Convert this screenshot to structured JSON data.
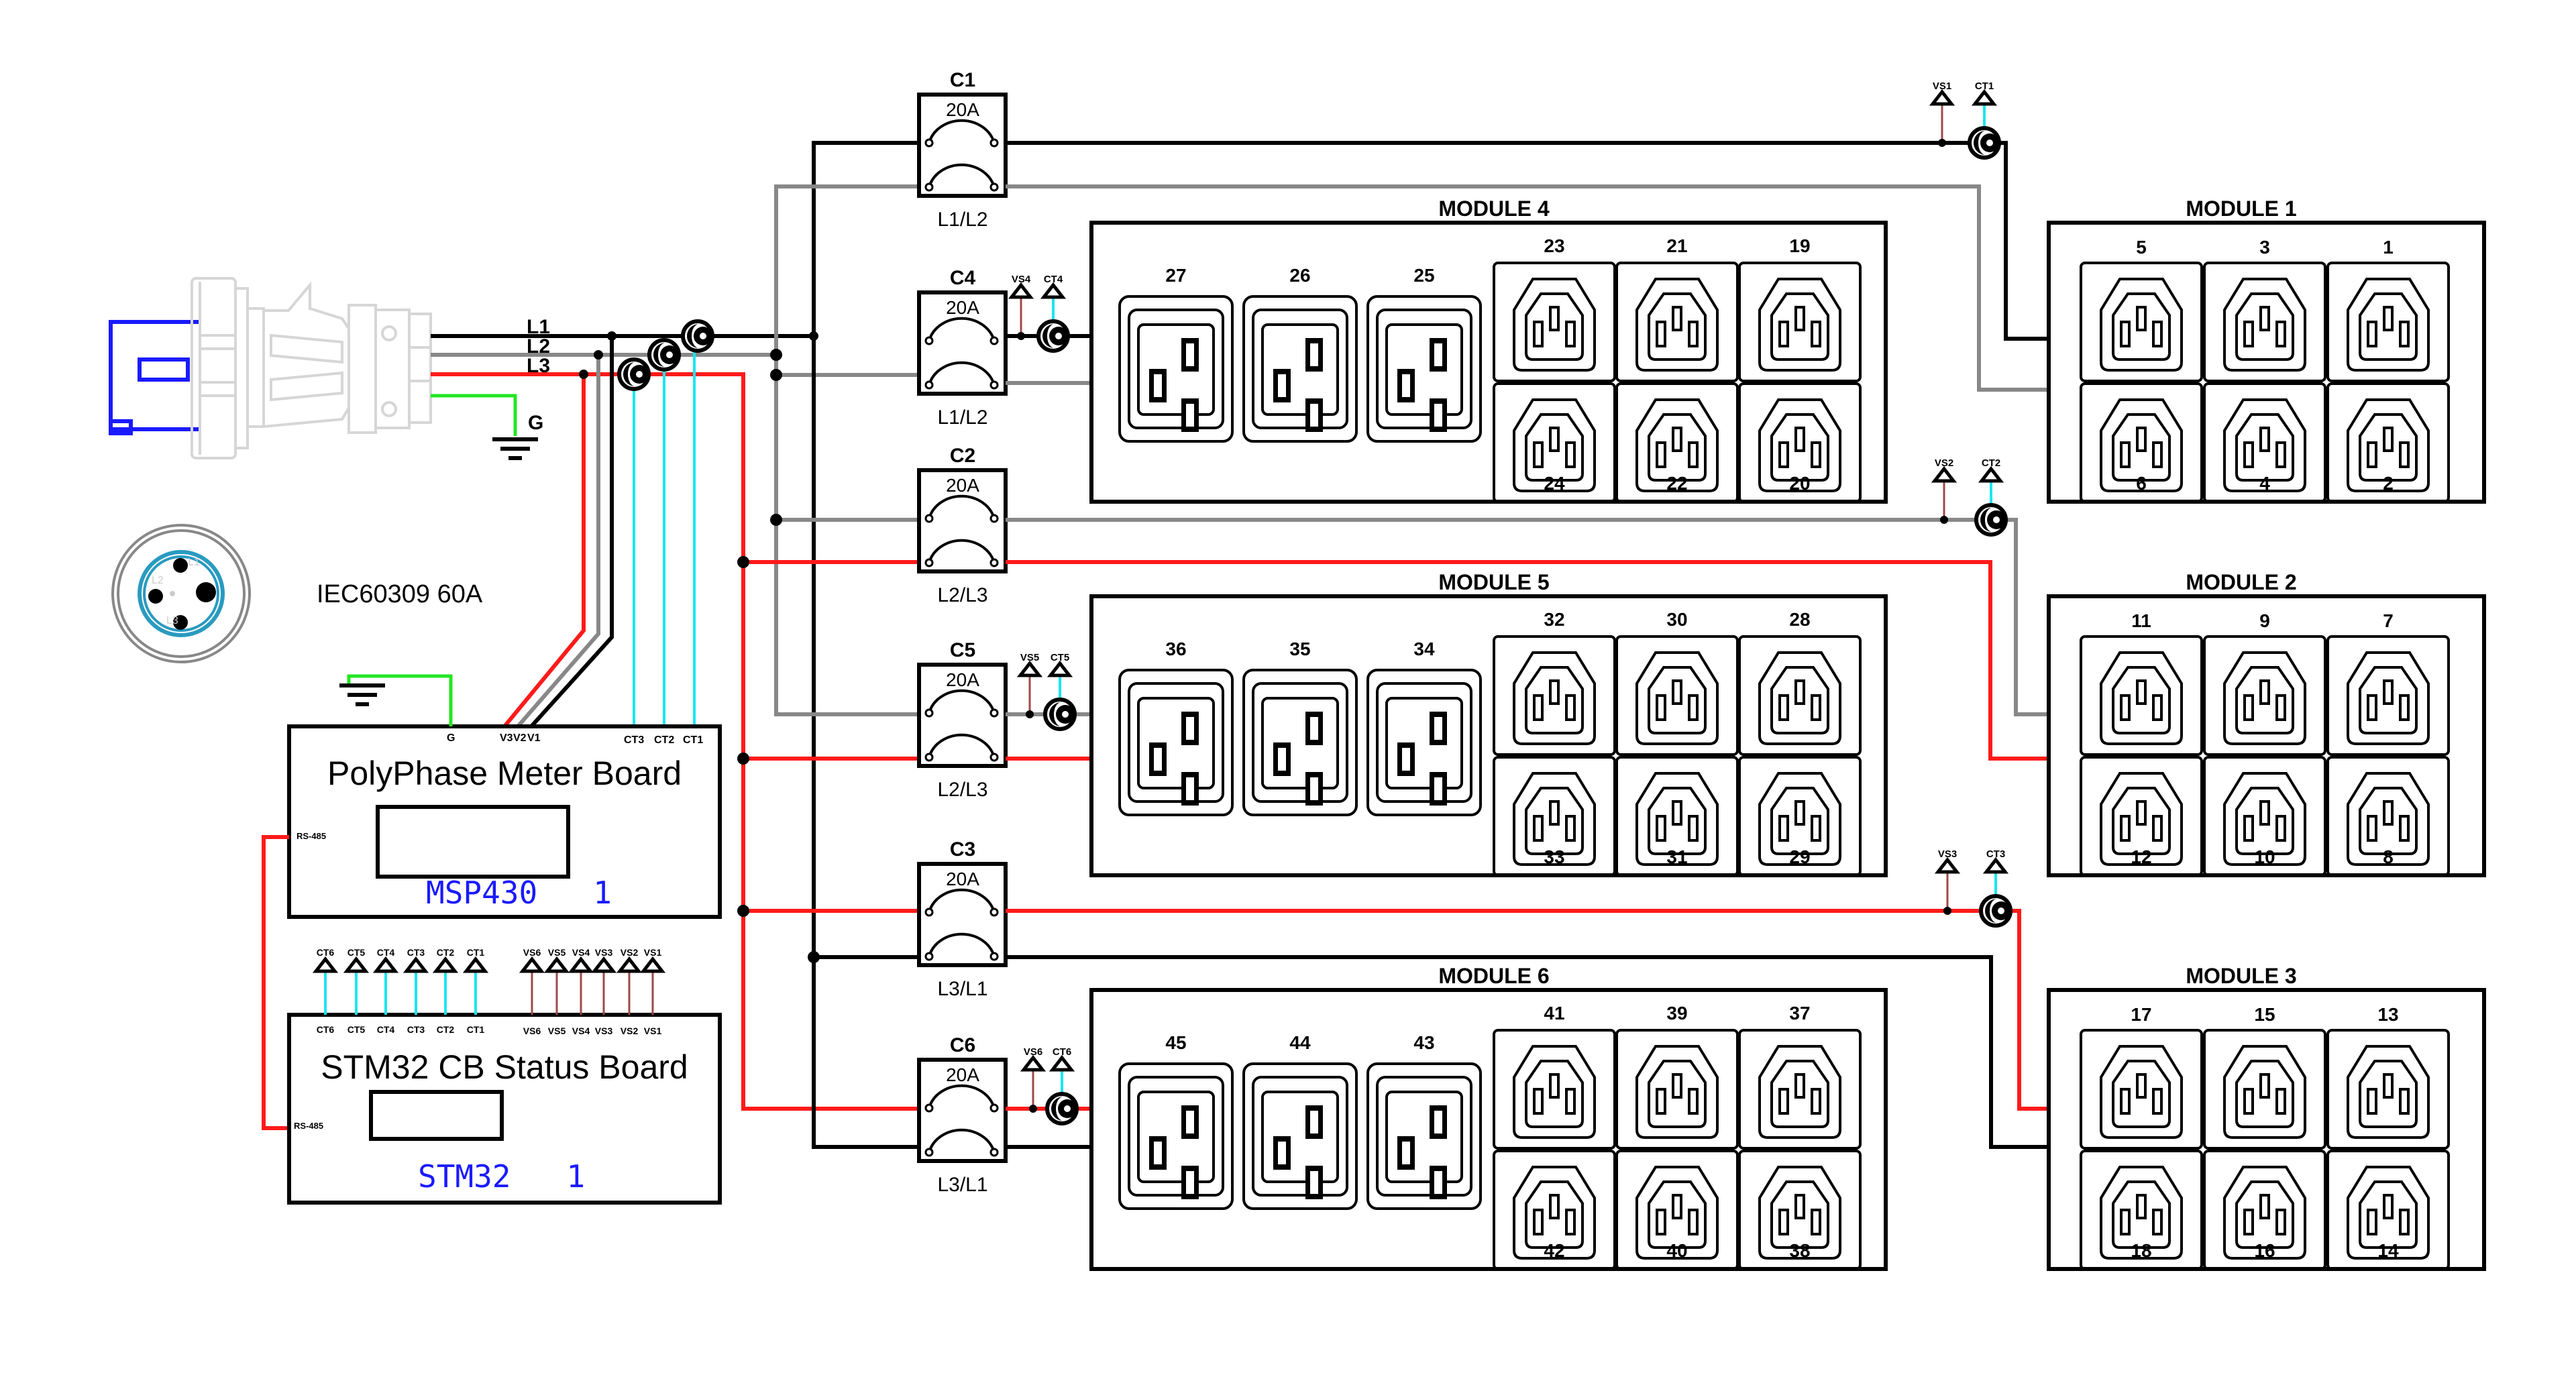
{
  "inlet": {
    "connector_label": "IEC60309 60A",
    "line_labels": [
      "L1",
      "L2",
      "L3"
    ],
    "ground_label": "G",
    "pin_labels": [
      "L1",
      "L2",
      "L3"
    ],
    "colors": {
      "L1": "#000000",
      "L2": "#888888",
      "L3": "#ff1a1a",
      "G": "#22e622",
      "CT": "#1ae6f0",
      "VS": "#a04848",
      "plug_outline": "#d6d6d6",
      "plug_face": "#1a1aff",
      "socket_ring": "#2a9ac0"
    }
  },
  "meter_board": {
    "title": "PolyPhase Meter Board",
    "chip_label": "MSP430   1",
    "rs485_label": "RS-485",
    "pins": {
      "ground": "G",
      "voltage": [
        "V3",
        "V2",
        "V1"
      ],
      "ct": [
        "CT3",
        "CT2",
        "CT1"
      ]
    }
  },
  "status_board": {
    "title": "STM32 CB Status Board",
    "chip_label": "STM32   1",
    "rs485_label": "RS-485",
    "ct_pins": [
      "CT6",
      "CT5",
      "CT4",
      "CT3",
      "CT2",
      "CT1"
    ],
    "vs_pins": [
      "VS6",
      "VS5",
      "VS4",
      "VS3",
      "VS2",
      "VS1"
    ]
  },
  "breakers": [
    {
      "id": "C1",
      "rating": "20A",
      "phases": "L1/L2",
      "vs": "VS1",
      "ct": "CT1"
    },
    {
      "id": "C4",
      "rating": "20A",
      "phases": "L1/L2",
      "vs": "VS4",
      "ct": "CT4"
    },
    {
      "id": "C2",
      "rating": "20A",
      "phases": "L2/L3",
      "vs": "VS2",
      "ct": "CT2"
    },
    {
      "id": "C5",
      "rating": "20A",
      "phases": "L2/L3",
      "vs": "VS5",
      "ct": "CT5"
    },
    {
      "id": "C3",
      "rating": "20A",
      "phases": "L3/L1",
      "vs": "VS3",
      "ct": "CT3"
    },
    {
      "id": "C6",
      "rating": "20A",
      "phases": "L3/L1",
      "vs": "VS6",
      "ct": "CT6"
    }
  ],
  "modules_c13": [
    {
      "title": "MODULE 1",
      "top": [
        "5",
        "3",
        "1"
      ],
      "bottom": [
        "6",
        "4",
        "2"
      ]
    },
    {
      "title": "MODULE 2",
      "top": [
        "11",
        "9",
        "7"
      ],
      "bottom": [
        "12",
        "10",
        "8"
      ]
    },
    {
      "title": "MODULE 3",
      "top": [
        "17",
        "15",
        "13"
      ],
      "bottom": [
        "18",
        "16",
        "14"
      ]
    }
  ],
  "modules_mixed": [
    {
      "title": "MODULE 4",
      "c19": [
        "27",
        "26",
        "25"
      ],
      "top": [
        "23",
        "21",
        "19"
      ],
      "bottom": [
        "24",
        "22",
        "20"
      ]
    },
    {
      "title": "MODULE 5",
      "c19": [
        "36",
        "35",
        "34"
      ],
      "top": [
        "32",
        "30",
        "28"
      ],
      "bottom": [
        "33",
        "31",
        "29"
      ]
    },
    {
      "title": "MODULE 6",
      "c19": [
        "45",
        "44",
        "43"
      ],
      "top": [
        "41",
        "39",
        "37"
      ],
      "bottom": [
        "42",
        "40",
        "38"
      ]
    }
  ]
}
